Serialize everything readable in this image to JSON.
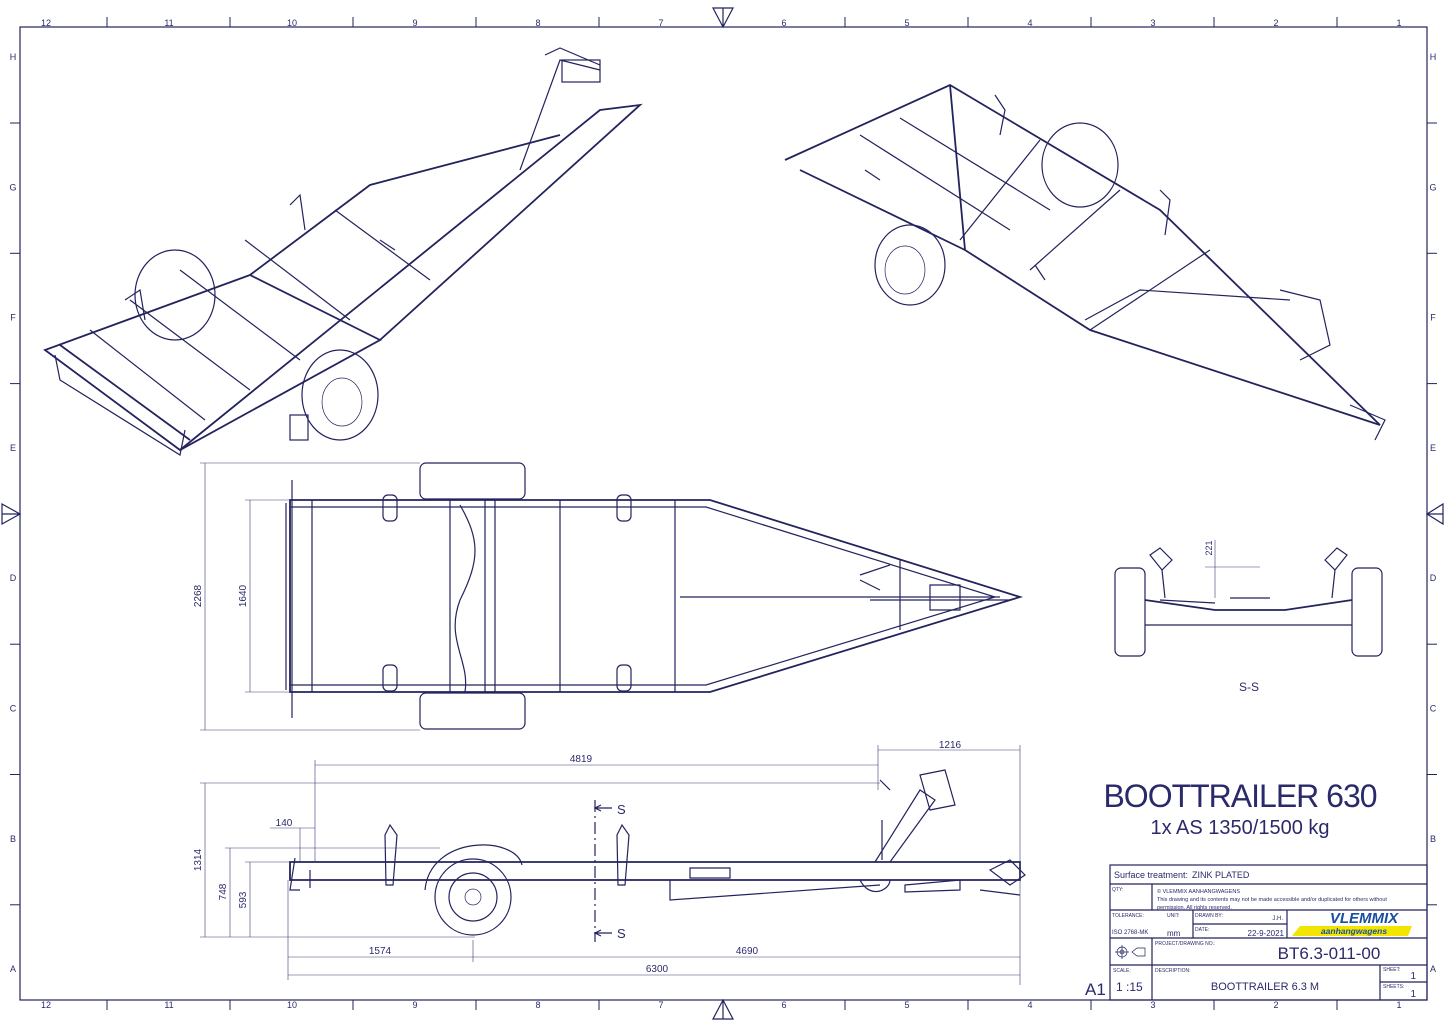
{
  "sheet": {
    "format": "A1",
    "columns": [
      "12",
      "11",
      "10",
      "9",
      "8",
      "7",
      "6",
      "5",
      "4",
      "3",
      "2",
      "1"
    ],
    "rows": [
      "H",
      "G",
      "F",
      "E",
      "D",
      "C",
      "B",
      "A"
    ],
    "line_color": "#23235e"
  },
  "title": {
    "main": "BOOTTRAILER 630",
    "sub": "1x AS 1350/1500 kg"
  },
  "views": {
    "top_dims": {
      "overall_width": "2268",
      "frame_width": "1640"
    },
    "side_dims": {
      "d4819": "4819",
      "d1216": "1216",
      "d140": "140",
      "d1314": "1314",
      "d748": "748",
      "d593": "593",
      "d1574": "1574",
      "d4690": "4690",
      "d6300": "6300"
    },
    "section_marker": "S",
    "section": {
      "label": "S-S",
      "dim": "221"
    }
  },
  "title_block": {
    "surface_treatment_label": "Surface treatment:",
    "surface_treatment_value": "ZINK PLATED",
    "qty_label": "QTY:",
    "copyright_line1": "© VLEMMIX AANHANGWAGENS",
    "copyright_line2": "This drawing and its contents may not be made accessible and/or duplicated for others without",
    "copyright_line3": "permission. All rights reserved.",
    "tolerance_label": "TOLERANCE:",
    "tolerance_value": "ISO 2768-MK",
    "unit_label": "UNIT:",
    "unit_value": "mm",
    "drawn_by_label": "DRAWN BY:",
    "drawn_by_value": "J.H.",
    "date_label": "DATE:",
    "date_value": "22-9-2021",
    "logo_top": "VLEMMIX",
    "logo_bottom": "aanhangwagens",
    "logo_blue": "#1a4fa0",
    "logo_yellow": "#f2e600",
    "project_label": "PROJECT/DRAWING NO.:",
    "project_value": "BT6.3-011-00",
    "scale_label": "SCALE:",
    "scale_value": "1 :15",
    "description_label": "DESCRIPTION:",
    "description_value": "BOOTTRAILER 6.3 M",
    "sheet_label": "SHEET:",
    "sheet_value": "1",
    "sheets_label": "SHEETS:",
    "sheets_value": "1",
    "projection_icon": "first-angle-projection-icon"
  }
}
